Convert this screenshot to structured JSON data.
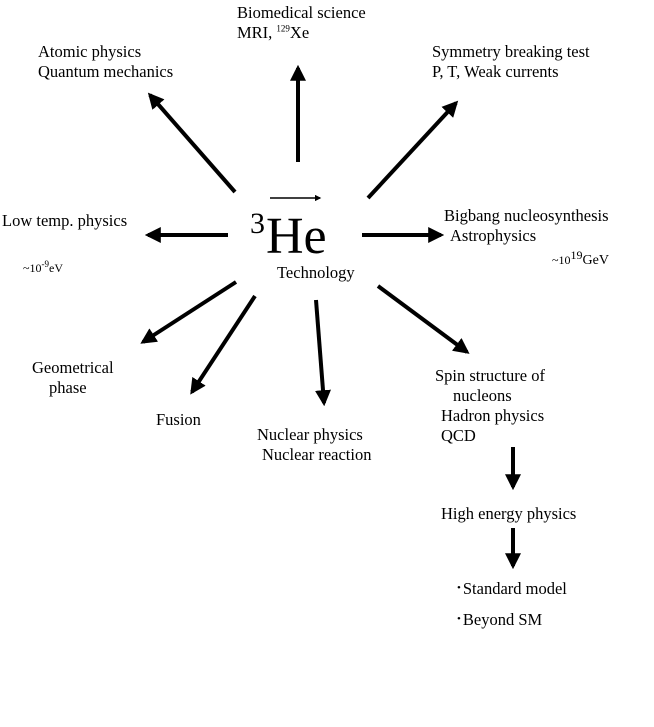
{
  "center": {
    "isotope_mass": "3",
    "element": "He",
    "caption": "Technology"
  },
  "branches": {
    "biomedical": {
      "line1": "Biomedical science",
      "line2_prefix": "MRI, ",
      "line2_sup": "129",
      "line2_suffix": "Xe"
    },
    "atomic": {
      "line1": "Atomic physics",
      "line2": "Quantum mechanics"
    },
    "symmetry": {
      "line1": "Symmetry breaking test",
      "line2": "P, T, Weak currents"
    },
    "low_temp": {
      "line1": "Low temp. physics",
      "energy_prefix": "~10",
      "energy_exp": "-9",
      "energy_unit": "eV"
    },
    "bigbang": {
      "line1": "Bigbang nucleosynthesis",
      "line2": "Astrophysics",
      "energy_prefix": "~10",
      "energy_exp": "19",
      "energy_unit": "GeV"
    },
    "geometrical": {
      "line1": "Geometrical",
      "line2": "phase"
    },
    "fusion": {
      "line1": "Fusion"
    },
    "nuclear": {
      "line1": "Nuclear physics",
      "line2": "Nuclear reaction"
    },
    "spin": {
      "line1": "Spin structure of",
      "line2": "nucleons",
      "line3": "Hadron physics",
      "line4": "QCD"
    }
  },
  "chain": {
    "high_energy": "High energy physics",
    "items": [
      "Standard model",
      "Beyond SM"
    ]
  }
}
